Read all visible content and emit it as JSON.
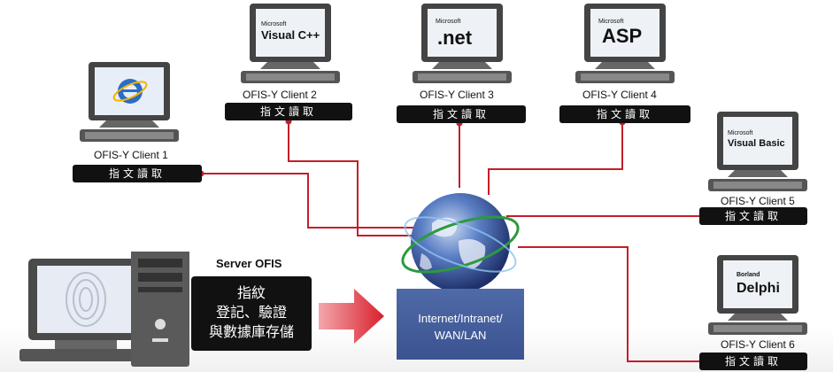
{
  "clients": [
    {
      "id": "client-1",
      "label": "OFIS-Y Client 1",
      "tag": "指文讀取",
      "screen": "ie-logo"
    },
    {
      "id": "client-2",
      "label": "OFIS-Y Client 2",
      "tag": "指文讀取",
      "screen": "Visual C++",
      "screen_small": "Microsoft"
    },
    {
      "id": "client-3",
      "label": "OFIS-Y Client 3",
      "tag": "指文讀取",
      "screen": ".net",
      "screen_small": "Microsoft"
    },
    {
      "id": "client-4",
      "label": "OFIS-Y Client 4",
      "tag": "指文讀取",
      "screen": "ASP",
      "screen_small": "Microsoft"
    },
    {
      "id": "client-5",
      "label": "OFIS-Y Client 5",
      "tag": "指文讀取",
      "screen": "Visual Basic",
      "screen_small": "Microsoft"
    },
    {
      "id": "client-6",
      "label": "OFIS-Y Client 6",
      "tag": "指文讀取",
      "screen": "Delphi",
      "screen_small": "Borland"
    }
  ],
  "server": {
    "title": "Server OFIS",
    "lines": [
      "指紋",
      "登記、驗證",
      "與數據庫存儲"
    ]
  },
  "network": {
    "lines": [
      "Internet/Intranet/",
      "WAN/LAN"
    ]
  },
  "colors": {
    "wire": "#c41e2a",
    "tag_bg": "#111111",
    "network_box": "#4560a0",
    "arrow": "#d9202c"
  }
}
